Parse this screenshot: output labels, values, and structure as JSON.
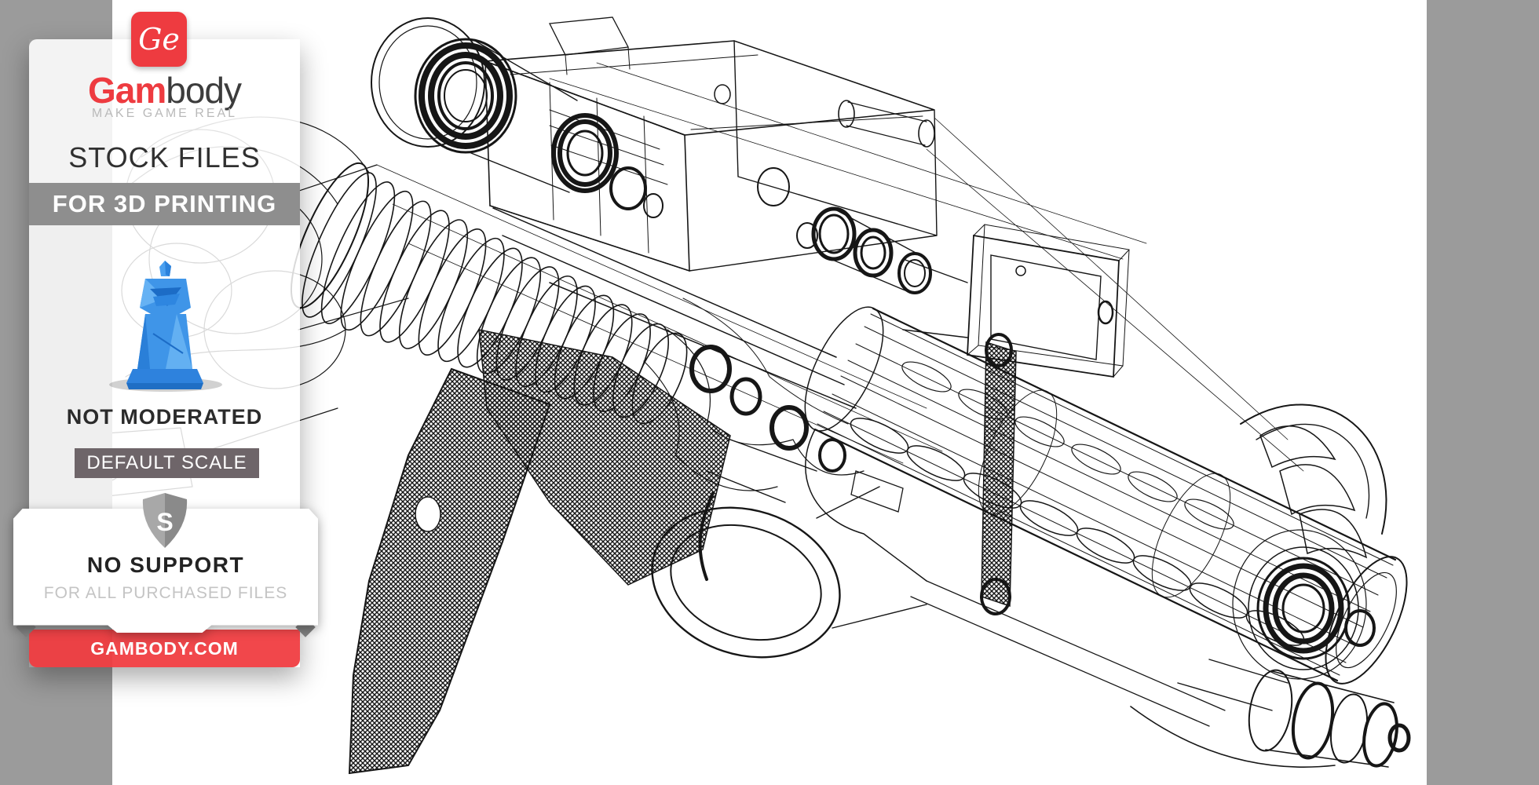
{
  "branding": {
    "logo_monogram": "Ge",
    "brand_name_primary": "Gam",
    "brand_name_secondary": "body",
    "tagline": "MAKE GAME REAL",
    "headline": "STOCK FILES",
    "subheadline": "FOR 3D PRINTING"
  },
  "badges": {
    "moderation_status": "NOT MODERATED",
    "scale_badge": "DEFAULT SCALE",
    "shield_letter": "S",
    "support_title": "NO SUPPORT",
    "support_subtitle": "FOR ALL PURCHASED FILES",
    "website": "GAMBODY.COM"
  },
  "illustration": {
    "description": "Black 3D CAD wireframe render of a sci-fi blaster rifle with scope rings, coil spring, receiver boxes, stock frame, perforated barrel shroud, finned muzzle and cross-hatched pistol grip, on white background with gray side borders",
    "mascot": "low-poly blue statue figure on pedestal"
  },
  "colors": {
    "accent_red": "#ee3b40",
    "panel_gray": "#9b9b9b",
    "band_gray": "#8e8e8e",
    "badge_mauve": "#6e6569",
    "figure_blue": "#3f95e8",
    "wireframe_ink": "#161616",
    "text_dark": "#2b2b2b",
    "text_muted": "#c4c4c4"
  }
}
